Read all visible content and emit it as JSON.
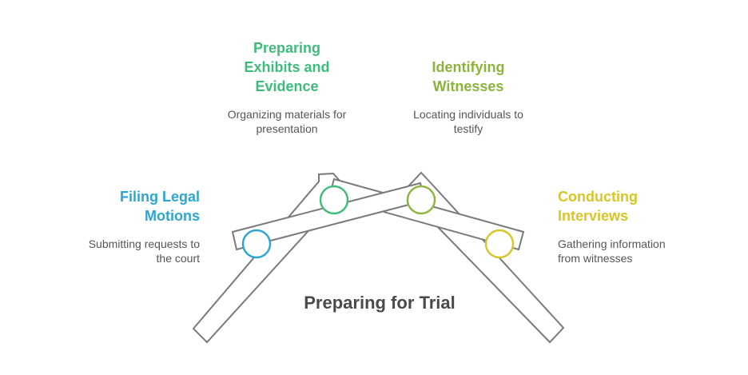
{
  "title": "Preparing for Trial",
  "steps": [
    {
      "title_lines": [
        "Filing Legal",
        "Motions"
      ],
      "description_lines": [
        "Submitting requests to",
        "the court"
      ],
      "color": "#2aa6d6"
    },
    {
      "title_lines": [
        "Preparing",
        "Exhibits and",
        "Evidence"
      ],
      "description_lines": [
        "Organizing materials for",
        "presentation"
      ],
      "color": "#3dbd7a"
    },
    {
      "title_lines": [
        "Identifying",
        "Witnesses"
      ],
      "description_lines": [
        "Locating individuals to",
        "testify"
      ],
      "color": "#8ab53a"
    },
    {
      "title_lines": [
        "Conducting",
        "Interviews"
      ],
      "description_lines": [
        "Gathering information",
        "from witnesses"
      ],
      "color": "#d8c526"
    }
  ]
}
